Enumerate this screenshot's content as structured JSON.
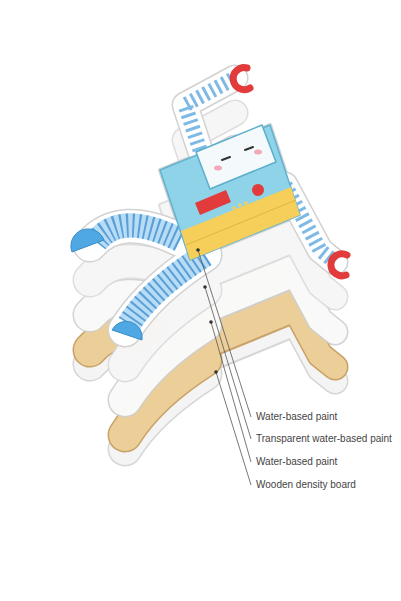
{
  "diagram": {
    "labels": [
      "Water-based paint",
      "Transparent water-based paint",
      "Water-based paint",
      "Wooden density board"
    ]
  }
}
